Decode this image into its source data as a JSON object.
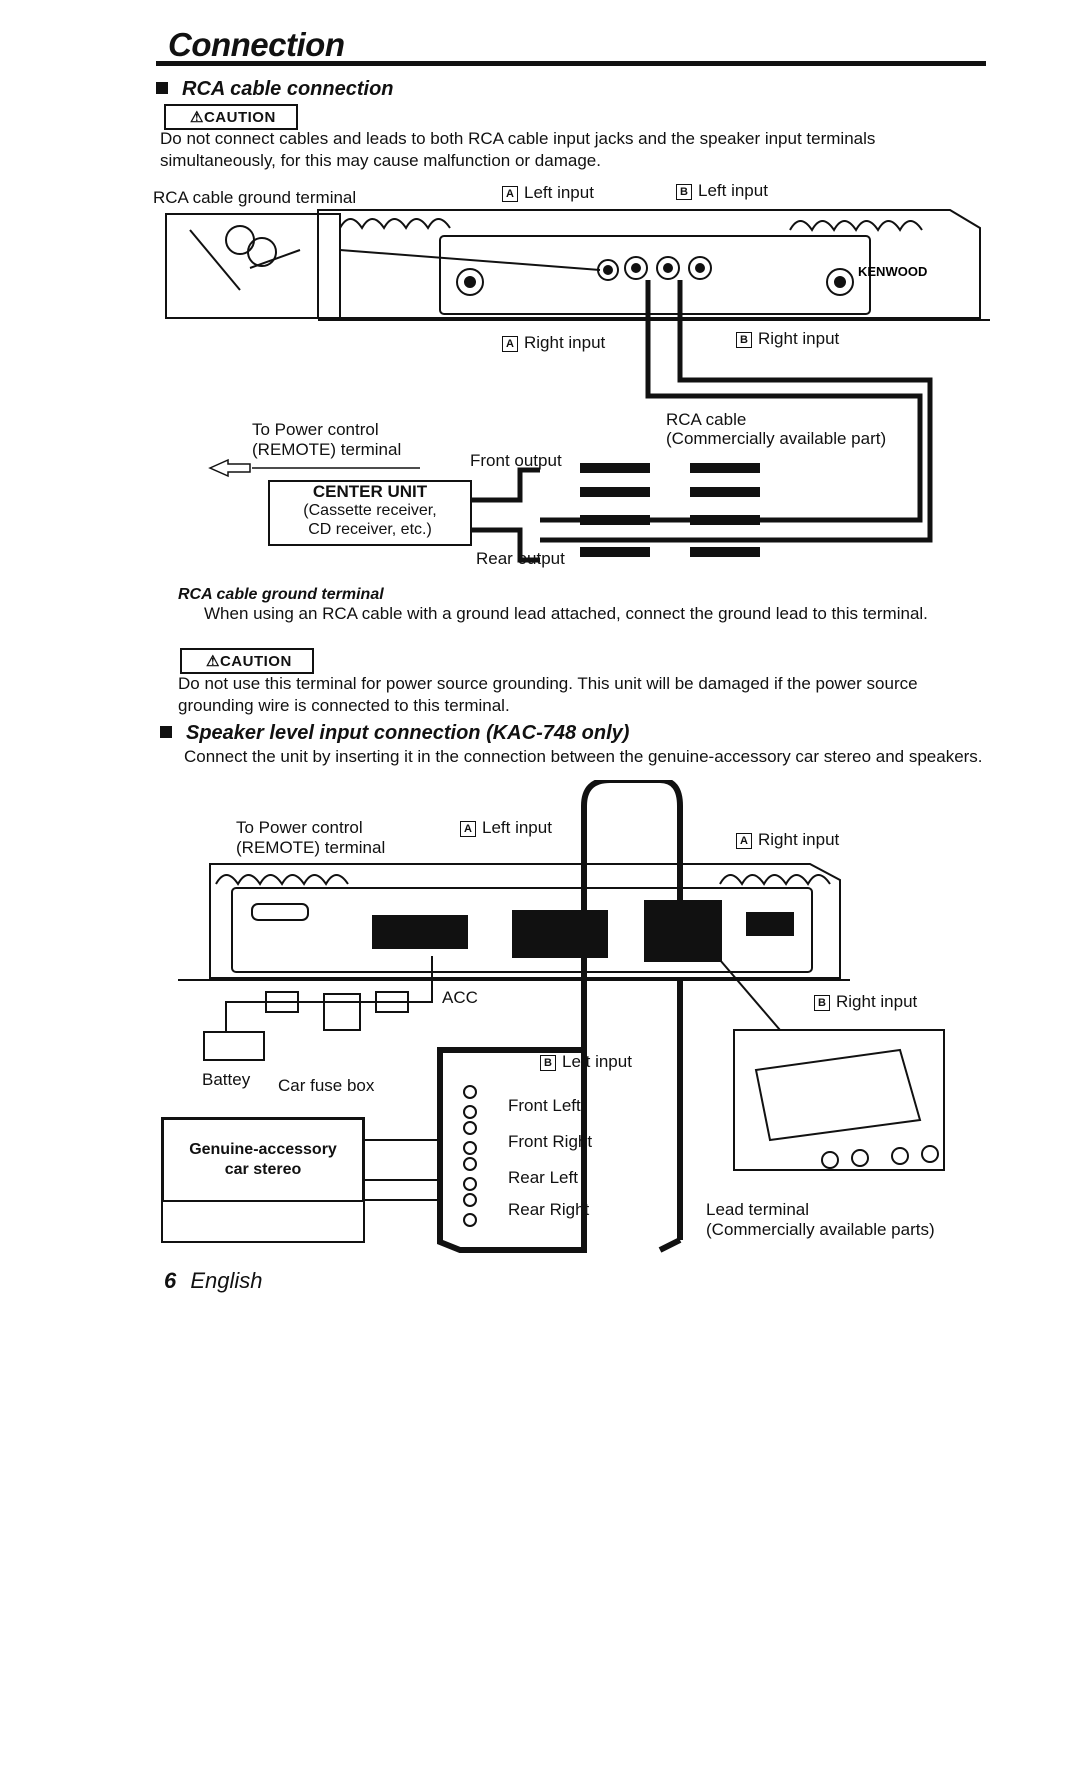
{
  "page": {
    "title": "Connection",
    "footer_page": "6",
    "footer_lang": "English"
  },
  "rca_section": {
    "heading": "RCA cable connection",
    "caution": "⚠CAUTION",
    "caution_text": "Do not connect cables and leads to both RCA cable input  jacks and the speaker input terminals simultaneously,  for this may cause malfunction or damage.",
    "labels": {
      "ground_terminal": "RCA cable ground terminal",
      "a_left_input": "Left input",
      "b_left_input": "Left input",
      "a_right_input": "Right input",
      "b_right_input": "Right input",
      "power_control": "To Power control",
      "remote_terminal": "(REMOTE) terminal",
      "rca_cable": "RCA cable",
      "rca_cable_note": "(Commercially available part)",
      "front_output": "Front output",
      "rear_output": "Rear output",
      "center_unit_title": "CENTER UNIT",
      "center_unit_line2": "(Cassette receiver,",
      "center_unit_line3": "CD receiver, etc.)",
      "brand": "KENWOOD"
    },
    "letters": {
      "a": "A",
      "b": "B"
    }
  },
  "ground_note": {
    "heading": "RCA cable ground terminal",
    "text": "When using an RCA cable with a ground lead attached, connect the ground lead to this terminal.",
    "caution": "⚠CAUTION",
    "caution_text": "Do not use this terminal for power source grounding. This unit will be damaged if the power source grounding wire is connected to this terminal."
  },
  "speaker_section": {
    "heading": "Speaker level input connection (KAC-748 only)",
    "text": "Connect the unit by inserting it in the connection between the genuine-accessory car stereo and speakers.",
    "labels": {
      "power_control": "To Power control",
      "remote_terminal": "(REMOTE) terminal",
      "a_left_input": "Left input",
      "a_right_input": "Right input",
      "b_right_input": "Right input",
      "b_left_input": "Left input",
      "acc": "ACC",
      "battery": "Battey",
      "fuse_box": "Car fuse box",
      "stereo_line1": "Genuine-accessory",
      "stereo_line2": "car stereo",
      "front_left": "Front Left",
      "front_right": "Front Right",
      "rear_left": "Rear Left",
      "rear_right": "Rear Right",
      "lead_terminal": "Lead terminal",
      "lead_terminal_note": "(Commercially available parts)"
    }
  }
}
